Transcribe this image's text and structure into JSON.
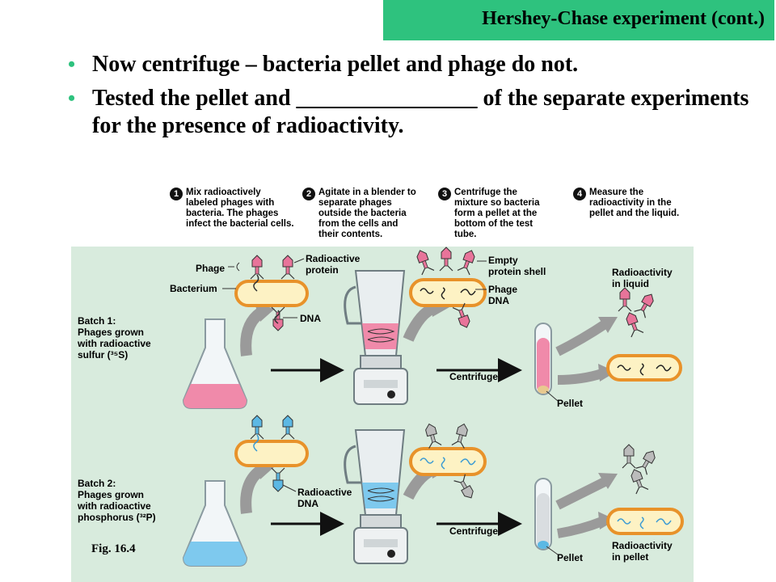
{
  "slide": {
    "title": "Hershey-Chase experiment (cont.)",
    "bullets": [
      {
        "marker": "•",
        "text": "Now centrifuge – bacteria pellet and phage do not."
      },
      {
        "marker": "•",
        "text": "Tested the pellet and ________________ of the separate experiments for the presence of radioactivity."
      }
    ],
    "fig_label": "Fig. 16.4"
  },
  "figure": {
    "steps": [
      {
        "number": "1",
        "text": "Mix radioactively\nlabeled phages with\nbacteria. The phages\ninfect the bacterial cells."
      },
      {
        "number": "2",
        "text": "Agitate in a blender to\nseparate phages\noutside the bacteria\nfrom the cells and\ntheir contents."
      },
      {
        "number": "3",
        "text": "Centrifuge the\nmixture so bacteria\nform a pellet at the\nbottom of the test\ntube."
      },
      {
        "number": "4",
        "text": "Measure the\nradioactivity in the\npellet and the liquid."
      }
    ],
    "labels": {
      "phage": "Phage",
      "bacterium": "Bacterium",
      "radioactive_protein": "Radioactive\nprotein",
      "dna": "DNA",
      "empty_protein_shell": "Empty\nprotein shell",
      "phage_dna": "Phage\nDNA",
      "radioactivity_in_liquid": "Radioactivity\nin liquid",
      "batch1": "Batch 1:\nPhages grown\nwith radioactive\nsulfur (³⁵S)",
      "centrifuge_1": "Centrifuge",
      "pellet_1": "Pellet",
      "batch2": "Batch 2:\nPhages grown\nwith radioactive\nphosphorus (³²P)",
      "radioactive_dna": "Radioactive\nDNA",
      "centrifuge_2": "Centrifuge",
      "pellet_2": "Pellet",
      "radioactivity_in_pellet": "Radioactivity\nin pellet"
    },
    "colors": {
      "title_bg": "#2ec27e",
      "bullet": "#2ec27e",
      "panel_bg": "#d8ebdd",
      "sulfur_label": "#e8749a",
      "phosphorus_label": "#5cb8e4",
      "bacterium_fill": "#fdf2c4",
      "bacterium_border": "#e8922a"
    }
  }
}
